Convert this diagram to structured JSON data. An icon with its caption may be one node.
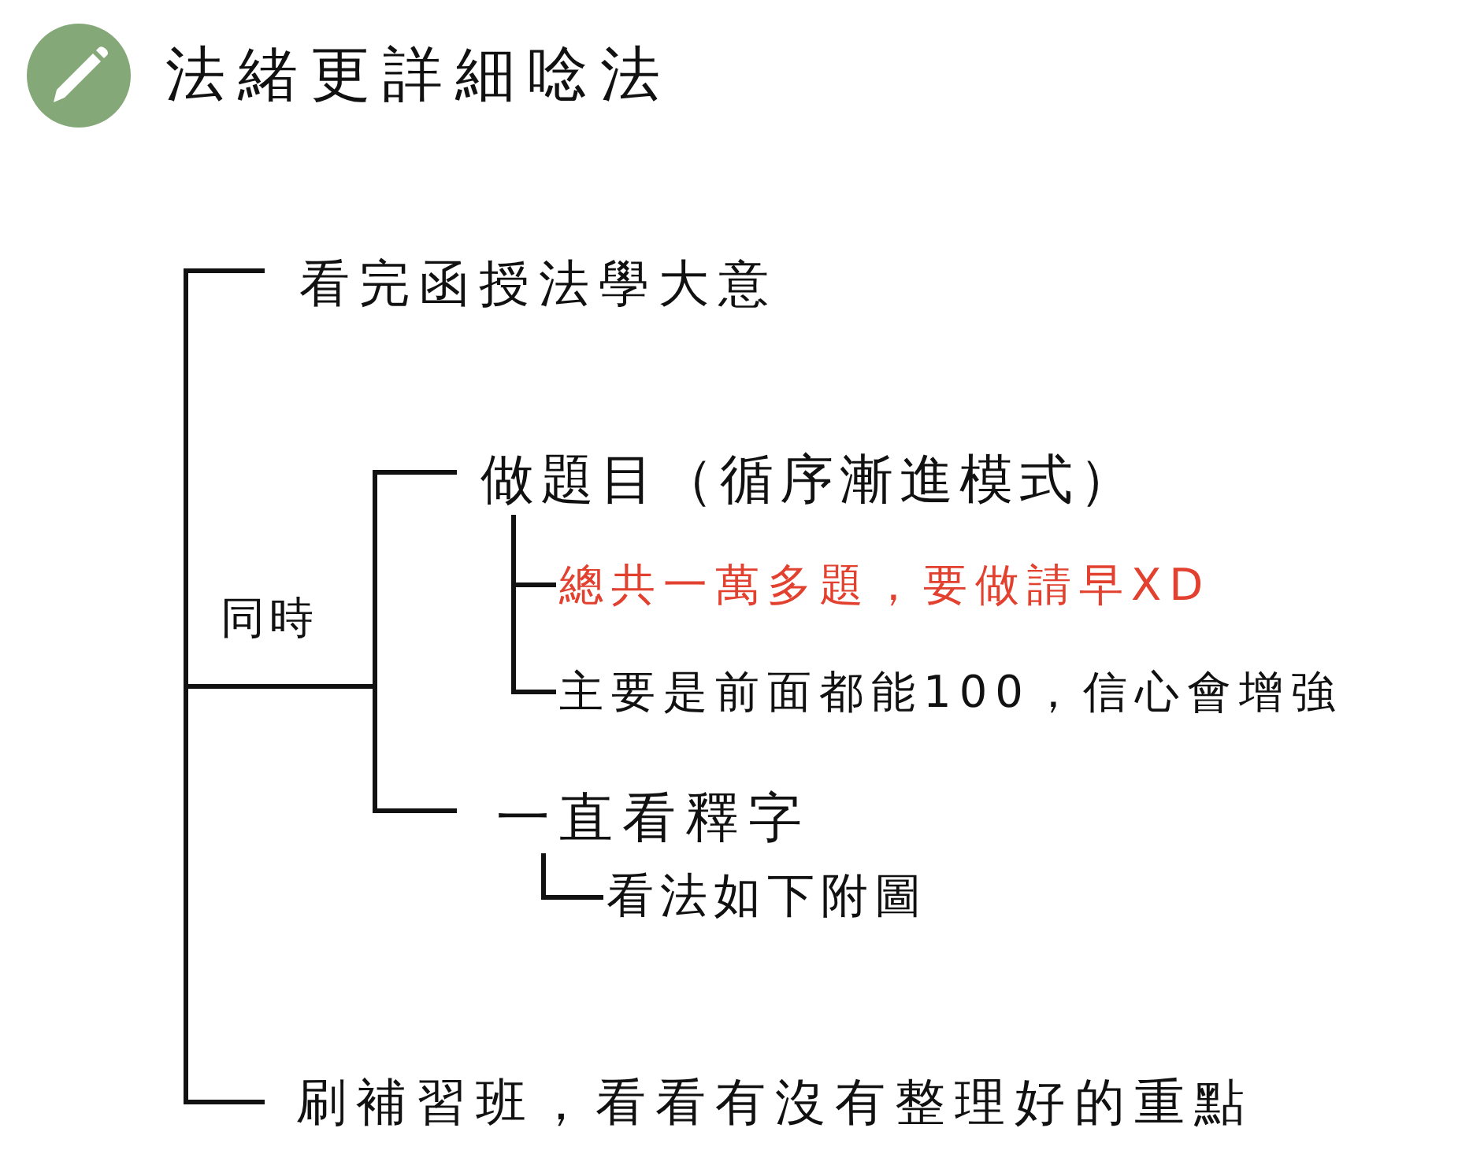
{
  "diagram": {
    "title": "法緒更詳細唸法",
    "nodes": [
      {
        "text": [
          "看完函授法學大意"
        ]
      },
      {
        "text": [
          "做題目（循序漸進模式）"
        ]
      },
      {
        "text": [
          "總共一萬多題，要做請早XD"
        ]
      },
      {
        "text": [
          "主要是前面都能100，信心會增強"
        ]
      },
      {
        "text": [
          "一直看釋字"
        ]
      },
      {
        "text": [
          "看法如下附圖"
        ]
      },
      {
        "text": [
          "刷補習班，看看有沒有整理好的重點"
        ]
      }
    ],
    "edges": [
      {
        "from": 1,
        "to": 2,
        "arrow": "none"
      },
      {
        "from": 1,
        "to": 3,
        "arrow": "none"
      },
      {
        "from": 4,
        "to": 5,
        "arrow": "none"
      }
    ],
    "labels": [
      "同時"
    ]
  }
}
